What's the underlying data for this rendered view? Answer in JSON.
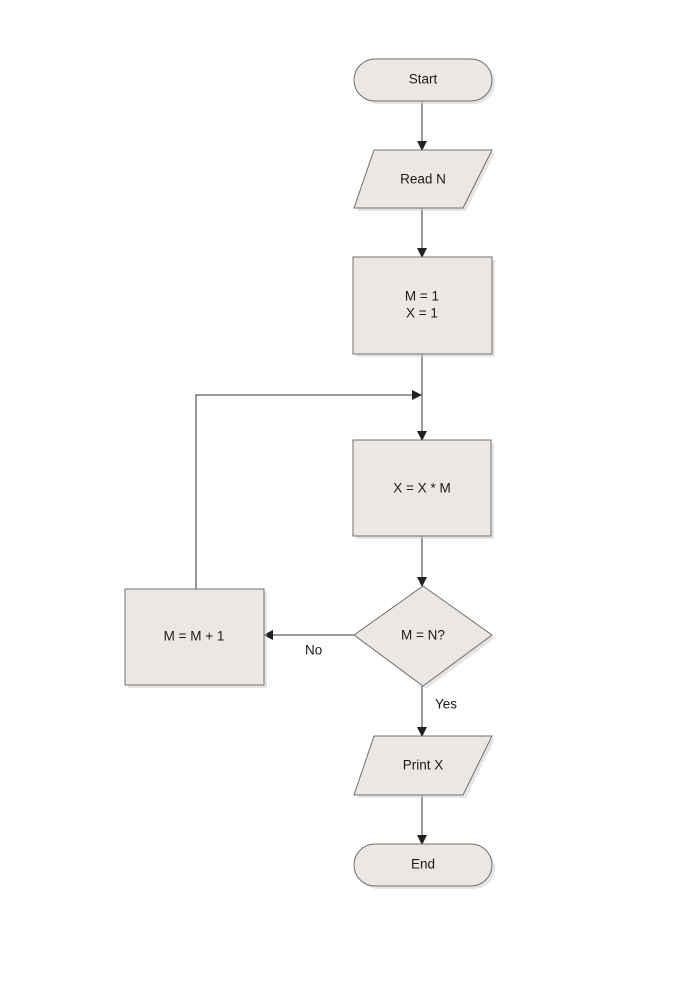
{
  "flowchart": {
    "nodes": {
      "start": {
        "shape": "terminal",
        "label": "Start"
      },
      "read_n": {
        "shape": "io",
        "label": "Read N"
      },
      "init": {
        "shape": "process",
        "lines": [
          "M = 1",
          "X = 1"
        ]
      },
      "multiply": {
        "shape": "process",
        "label": "X = X * M"
      },
      "check": {
        "shape": "decision",
        "label": "M = N?"
      },
      "increment": {
        "shape": "process",
        "label": "M = M + 1"
      },
      "print_x": {
        "shape": "io",
        "label": "Print X"
      },
      "end": {
        "shape": "terminal",
        "label": "End"
      }
    },
    "edges": [
      {
        "from": "start",
        "to": "read_n"
      },
      {
        "from": "read_n",
        "to": "init"
      },
      {
        "from": "init",
        "to": "multiply"
      },
      {
        "from": "multiply",
        "to": "check"
      },
      {
        "from": "check",
        "to": "increment",
        "label": "No"
      },
      {
        "from": "increment",
        "to": "multiply"
      },
      {
        "from": "check",
        "to": "print_x",
        "label": "Yes"
      },
      {
        "from": "print_x",
        "to": "end"
      }
    ],
    "colors": {
      "node_fill": "#ece7e3",
      "node_stroke": "#6f6f6f",
      "edge": "#333333",
      "text": "#1a1a1a"
    }
  }
}
